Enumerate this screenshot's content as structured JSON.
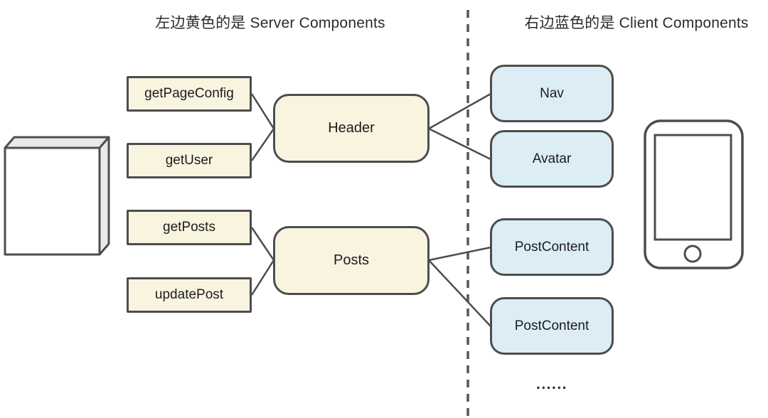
{
  "legend": {
    "left_title": "左边黄色的是 Server Components",
    "right_title": "右边蓝色的是 Client Components"
  },
  "server_side": {
    "functions": [
      "getPageConfig",
      "getUser",
      "getPosts",
      "updatePost"
    ],
    "components": [
      "Header",
      "Posts"
    ]
  },
  "client_side": {
    "components": [
      "Nav",
      "Avatar",
      "PostContent",
      "PostContent"
    ],
    "ellipsis": "......"
  },
  "icons": {
    "left": "server-box-3d-icon",
    "right": "mobile-phone-icon"
  },
  "colors": {
    "server_fill": "#f9f4e0",
    "client_fill": "#dcedf6",
    "stroke": "#4d4d4d",
    "divider": "#555555",
    "text": "#1c1c1c"
  }
}
